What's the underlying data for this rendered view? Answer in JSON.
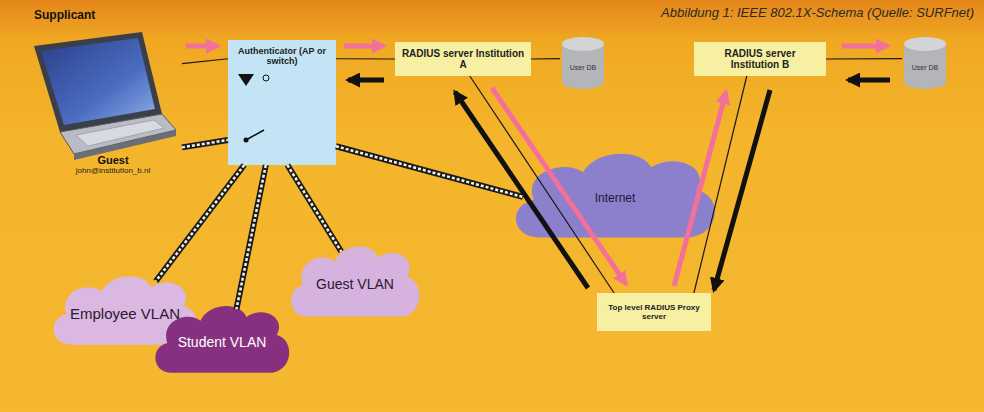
{
  "diagram": {
    "caption": "Abbildung 1: IEEE 802.1X-Schema (Quelle: SURFnet)",
    "nodes": [
      {
        "text": [
          "Supplicant",
          "Guest",
          "john@institution_b.nl"
        ]
      },
      {
        "text": [
          "Authenticator (AP or switch)"
        ]
      },
      {
        "text": [
          "RADIUS server Institution A"
        ]
      },
      {
        "text": [
          "User DB"
        ]
      },
      {
        "text": [
          "RADIUS server Institution B"
        ]
      },
      {
        "text": [
          "User DB"
        ]
      },
      {
        "text": [
          "Internet"
        ]
      },
      {
        "text": [
          "Top level RADIUS Proxy server"
        ]
      },
      {
        "text": [
          "Employee VLAN"
        ]
      },
      {
        "text": [
          "Student VLAN"
        ]
      },
      {
        "text": [
          "Guest VLAN"
        ]
      }
    ],
    "edges": [
      {
        "from": 0,
        "to": 1,
        "arrow": "none"
      },
      {
        "from": 1,
        "to": 2,
        "arrow": "none"
      },
      {
        "from": 2,
        "to": 3,
        "arrow": "none"
      },
      {
        "from": 4,
        "to": 5,
        "arrow": "none"
      },
      {
        "from": 2,
        "to": 7,
        "arrow": "none"
      },
      {
        "from": 4,
        "to": 7,
        "arrow": "none"
      },
      {
        "from": 0,
        "to": 1,
        "arrow": "none"
      },
      {
        "from": 1,
        "to": 8,
        "arrow": "none"
      },
      {
        "from": 1,
        "to": 9,
        "arrow": "none"
      },
      {
        "from": 1,
        "to": 10,
        "arrow": "none"
      },
      {
        "from": 1,
        "to": 6,
        "arrow": "none"
      }
    ]
  }
}
